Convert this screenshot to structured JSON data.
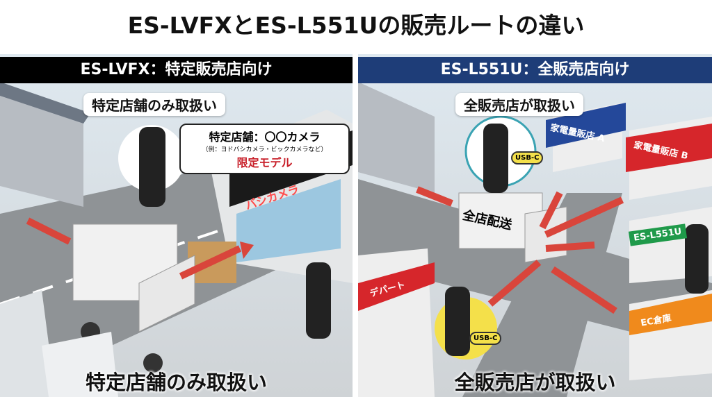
{
  "title": "ES-LVFXとES-L551Uの販売ルートの違い",
  "left": {
    "header": "ES-LVFX：特定販売店向け",
    "header_color": "#000000",
    "top_label": "特定店舗のみ取扱い",
    "callout": {
      "line1": "特定店舗：〇〇カメラ",
      "line2": "（例：ヨドバシカメラ・ビックカメラなど）",
      "line3": "限定モデル"
    },
    "store_sign": "バシカメラ",
    "bottom_label": "特定店舗のみ取扱い"
  },
  "right": {
    "header": "ES-L551U：全販売店向け",
    "header_color": "#1e3d78",
    "top_label": "全販売店が取扱い",
    "truck_text": "全店配送",
    "store_a": "家電量販店 A",
    "store_b": "家電量販店 B",
    "store_model": "ES-L551U",
    "department": "デパート",
    "warehouse": "EC倉庫",
    "usb_badge": "USB-C",
    "bottom_label": "全販売店が取扱い"
  },
  "arrow_color": "#d9453b"
}
